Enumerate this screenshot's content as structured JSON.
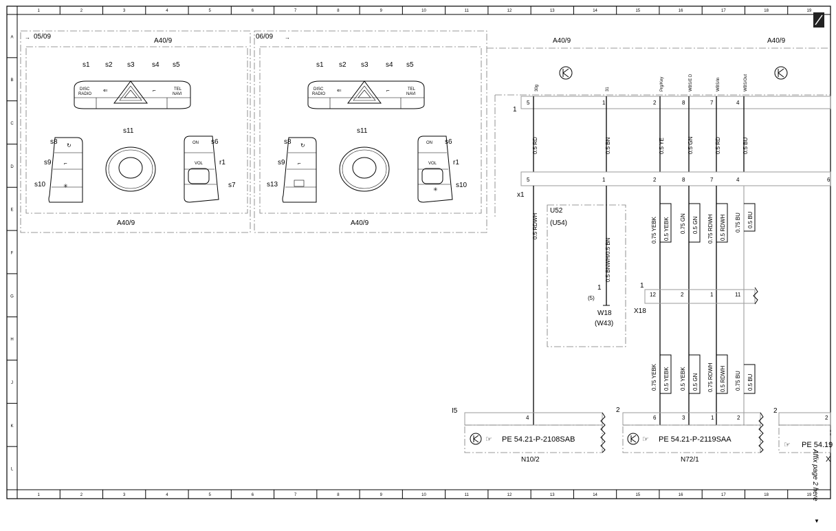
{
  "frame": {
    "columns": [
      "1",
      "2",
      "3",
      "4",
      "5",
      "6",
      "7",
      "8",
      "9",
      "10",
      "11",
      "12",
      "13",
      "14",
      "15",
      "16",
      "17",
      "18",
      "19"
    ],
    "rows": [
      "A",
      "B",
      "C",
      "D",
      "E",
      "F",
      "G",
      "H",
      "J",
      "K",
      "L"
    ]
  },
  "panel_left": {
    "date": "05/09",
    "top_label": "A40/9",
    "bottom_label": "A40/9",
    "switch_labels": [
      "s1",
      "s2",
      "s3",
      "s4",
      "s5"
    ],
    "center_label": "s11",
    "left_labels": [
      "s8",
      "s9",
      "s10"
    ],
    "right_labels": [
      "s6",
      "r1",
      "s7"
    ],
    "btn_disc": "DISC",
    "btn_radio": "RADIO",
    "btn_tel": "TEL",
    "btn_navi": "NAVI",
    "btn_on": "ON",
    "btn_vol": "VOL"
  },
  "panel_right": {
    "date": "06/09",
    "bottom_label": "A40/9",
    "switch_labels": [
      "s1",
      "s2",
      "s3",
      "s4",
      "s5"
    ],
    "center_label": "s11",
    "left_labels": [
      "s8",
      "s9",
      "s13"
    ],
    "right_labels": [
      "s6",
      "r1",
      "s10"
    ],
    "btn_disc": "DISC",
    "btn_radio": "RADIO",
    "btn_tel": "TEL",
    "btn_navi": "NAVI",
    "btn_on": "ON",
    "btn_vol": "VOL"
  },
  "schematic": {
    "title_a": "A40/9",
    "title_b": "A40/9",
    "conn_top_ref": "1",
    "conn_x1": "x1",
    "pin_signals": [
      "30g",
      "31",
      "Prg/Key",
      "WBS/E D",
      "WBS/In",
      "WBS/Out"
    ],
    "top_pins": [
      "5",
      "1",
      "2",
      "8",
      "7",
      "4"
    ],
    "mid_pins": [
      "5",
      "1",
      "2",
      "8",
      "7",
      "4",
      "6"
    ],
    "wires_top": [
      "0.5 RD",
      "0.5 BN",
      "0.5 YE",
      "0.5 GN",
      "0.5 RD",
      "0.5 BU"
    ],
    "wire_rdwh": "0.5 RDWH",
    "wire_bnwh": "0.5 BNWH/0.5 BN",
    "pair_upper": [
      [
        "0.75 YEBK",
        "0.5 YEBK"
      ],
      [
        "0.75 GN",
        "0.5 GN"
      ],
      [
        "0.75 RDWH",
        "0.5 RDWH"
      ],
      [
        "0.75 BU",
        "0.5 BU"
      ]
    ],
    "pair_lower": [
      [
        "0.75 YEBK",
        "0.5 YEBK"
      ],
      [
        "0.5 YEBK",
        "0.5 GN"
      ],
      [
        "0.75 RDWH",
        "0.5 RDWH"
      ],
      [
        "0.75 BU",
        "0.5 BU"
      ]
    ],
    "u52": "U52",
    "u54": "(U54)",
    "w18_pin": "1",
    "w18_alt": "(5)",
    "w18": "W18",
    "w43": "(W43)",
    "x18_ref": "1",
    "x18": "X18",
    "x18_pins": [
      "12",
      "2",
      "1",
      "11"
    ],
    "n10_ref": "I5",
    "n10_pin": "4",
    "n10_text": "PE 54.21-P-2108SAB",
    "n10_label": "N10/2",
    "n72_ref": "2",
    "n72_pins": [
      "6",
      "3",
      "1",
      "2"
    ],
    "n72_text": "PE 54.21-P-2119SAA",
    "n72_label": "N72/1",
    "n3_ref": "2",
    "n3_pin": "2",
    "n3_text": "PE 54.19",
    "n3_x": "X",
    "affix": "Affix page 2 here"
  }
}
